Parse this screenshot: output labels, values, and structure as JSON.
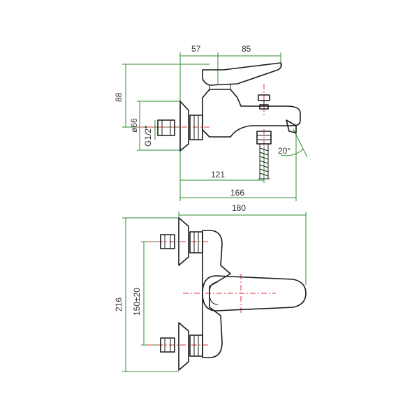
{
  "dimensions": {
    "top_width_left": "57",
    "top_width_right": "85",
    "height_88": "88",
    "diameter": "ø66",
    "thread": "G1/2\"",
    "angle": "20°",
    "length_121": "121",
    "length_166": "166",
    "length_180": "180",
    "height_216": "216",
    "spacing": "150±20"
  },
  "colors": {
    "dimension_line": "#2e8b2e",
    "center_line": "#e0303a",
    "outline": "#1a1a1a"
  }
}
